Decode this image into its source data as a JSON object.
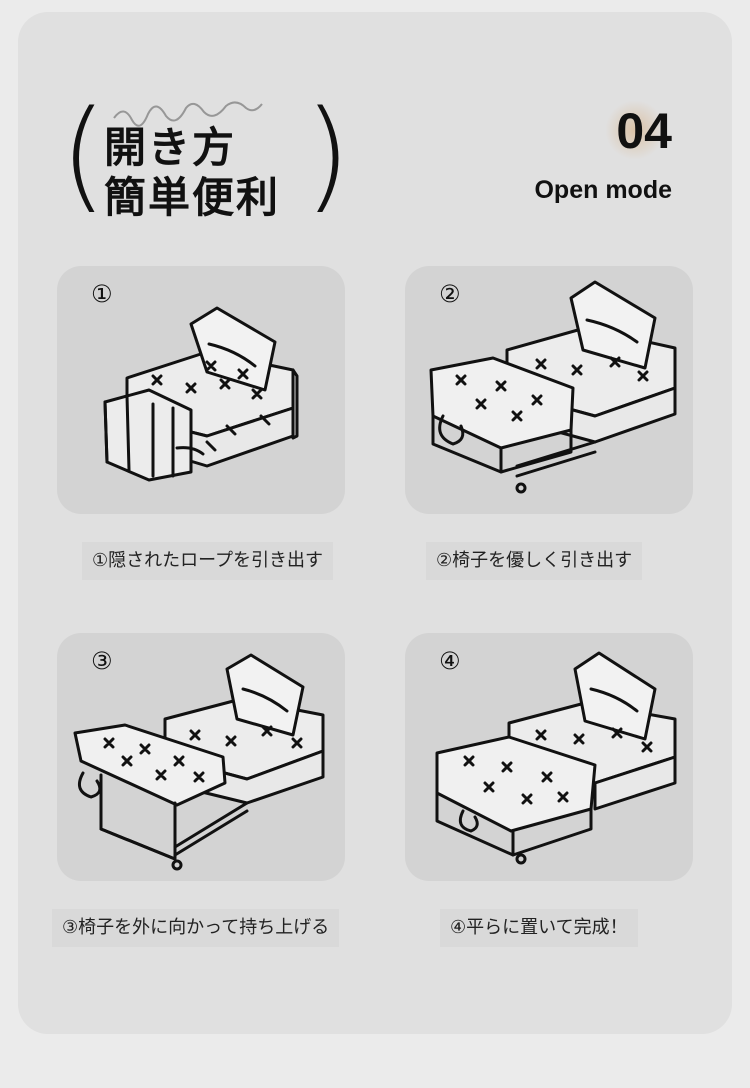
{
  "header": {
    "title_line1": "開き方",
    "title_line2": "簡単便利",
    "number": "04",
    "subtitle": "Open mode"
  },
  "steps": [
    {
      "num": "①",
      "caption": "①隠されたロープを引き出す"
    },
    {
      "num": "②",
      "caption": "②椅子を優しく引き出す"
    },
    {
      "num": "③",
      "caption": "③椅子を外に向かって持ち上げる"
    },
    {
      "num": "④",
      "caption": "④平らに置いて完成！"
    }
  ],
  "colors": {
    "page": "#ebebeb",
    "card": "#e0e0e0",
    "panel": "#d3d3d3",
    "ink": "#111111"
  },
  "icons": [
    "sofa-bed-illustration"
  ]
}
